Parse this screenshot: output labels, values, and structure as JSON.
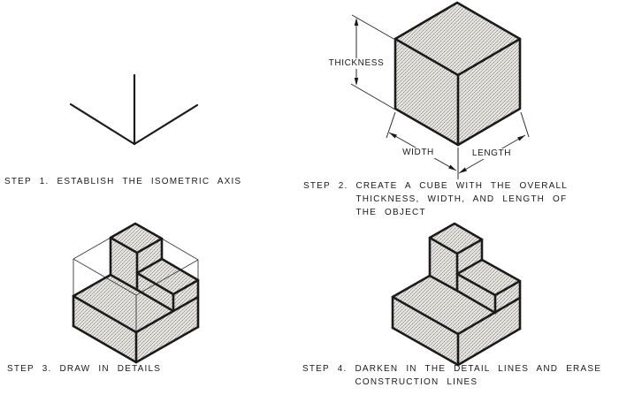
{
  "page": {
    "background": "#ffffff"
  },
  "steps": [
    {
      "label": "STEP 1.",
      "lines": [
        "ESTABLISH THE ISOMETRIC AXIS"
      ]
    },
    {
      "label": "STEP 2.",
      "lines": [
        "CREATE A CUBE WITH THE OVERALL",
        "THICKNESS, WIDTH, AND LENGTH OF",
        "THE OBJECT"
      ]
    },
    {
      "label": "STEP 3.",
      "lines": [
        "DRAW IN DETAILS"
      ]
    },
    {
      "label": "STEP 4.",
      "lines": [
        "DARKEN IN THE DETAIL LINES AND ERASE",
        "CONSTRUCTION LINES"
      ]
    }
  ],
  "dimensions": {
    "thickness": "THICKNESS",
    "width": "WIDTH",
    "length": "LENGTH"
  },
  "colors": {
    "ink": "#1b1b1b",
    "construction": "#3a3a3a",
    "paper": "#ffffff"
  }
}
